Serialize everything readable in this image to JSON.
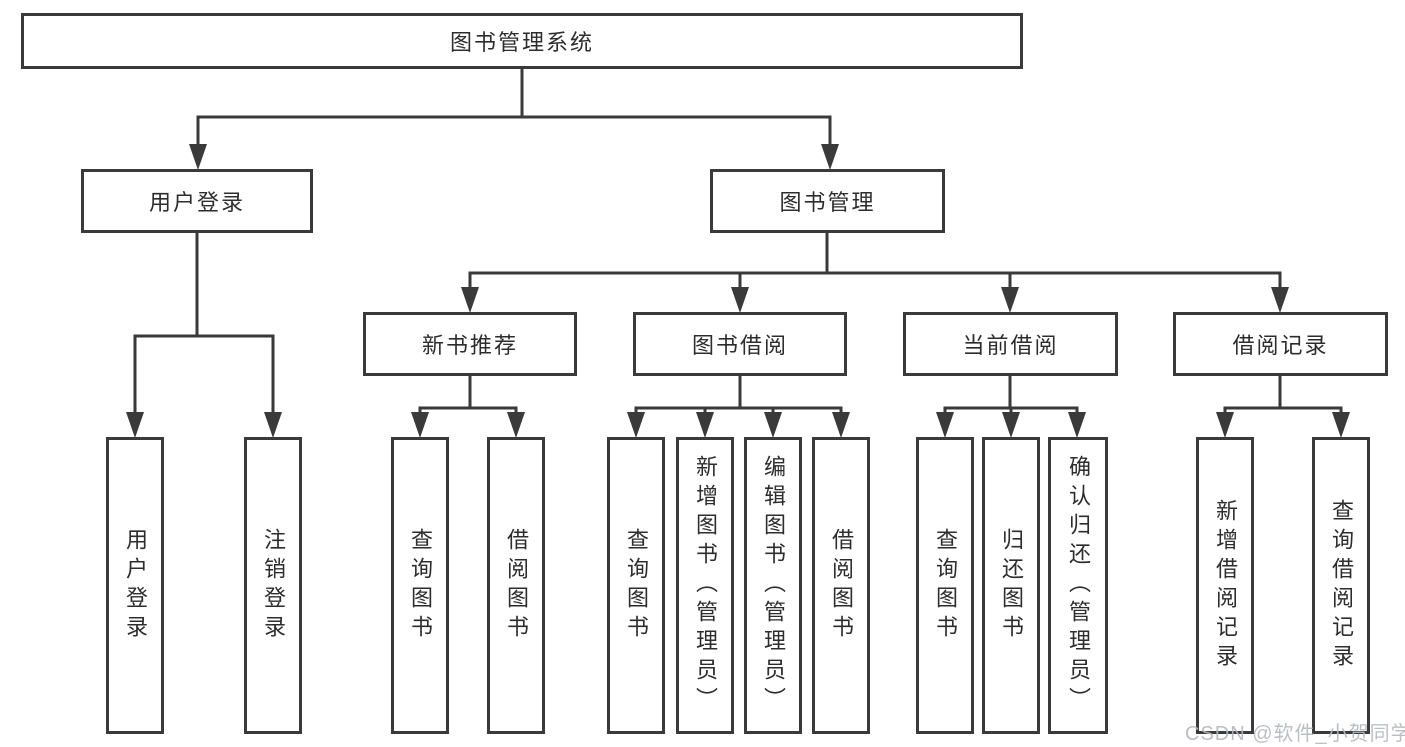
{
  "diagram": {
    "root": {
      "label": "图书管理系统"
    },
    "level2": [
      {
        "label": "用户登录"
      },
      {
        "label": "图书管理"
      }
    ],
    "level3": [
      {
        "label": "新书推荐"
      },
      {
        "label": "图书借阅"
      },
      {
        "label": "当前借阅"
      },
      {
        "label": "借阅记录"
      }
    ],
    "leaves": [
      {
        "label": "用户登录"
      },
      {
        "label": "注销登录"
      },
      {
        "label": "查询图书"
      },
      {
        "label": "借阅图书"
      },
      {
        "label": "查询图书"
      },
      {
        "label": "新增图书（管理员）"
      },
      {
        "label": "编辑图书（管理员）"
      },
      {
        "label": "借阅图书"
      },
      {
        "label": "查询图书"
      },
      {
        "label": "归还图书"
      },
      {
        "label": "确认归还（管理员）"
      },
      {
        "label": "新增借阅记录"
      },
      {
        "label": "查询借阅记录"
      }
    ]
  },
  "watermark": {
    "text": "CSDN @软件_小贺同学"
  },
  "colors": {
    "line": "#3a3a3a",
    "text": "#2d2d2d",
    "watermark": "#b4b9bf",
    "background": "#ffffff"
  }
}
